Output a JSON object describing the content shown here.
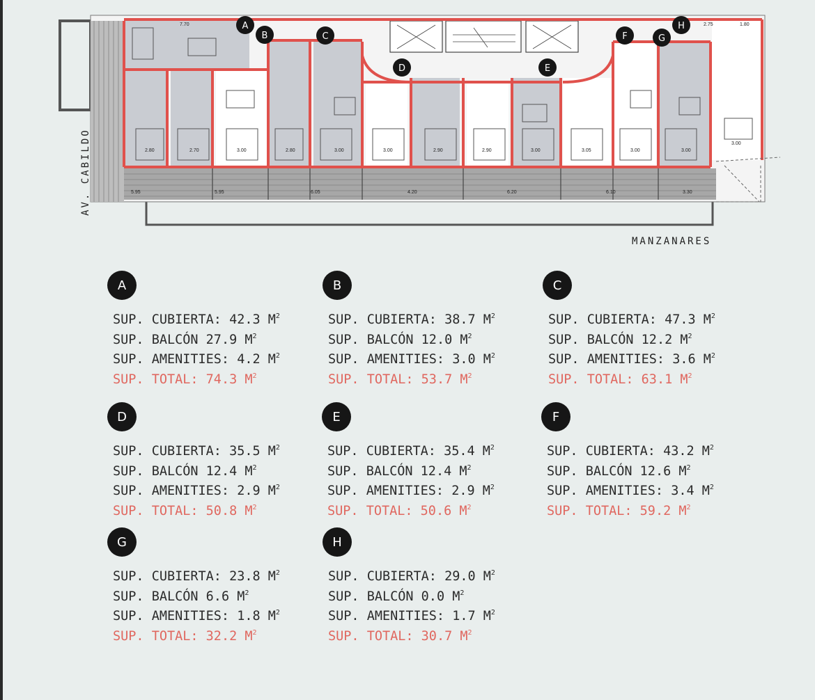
{
  "streets": {
    "west": "AV. CABILDO",
    "south": "MANZANARES"
  },
  "plan_markers": [
    "A",
    "B",
    "C",
    "D",
    "E",
    "F",
    "G",
    "H"
  ],
  "units": [
    {
      "id": "A",
      "rows": [
        {
          "label": "SUP. CUBIERTA:",
          "value": "42.3 M"
        },
        {
          "label": "SUP. BALCÓN",
          "value": "27.9 M"
        },
        {
          "label": "SUP. AMENITIES:",
          "value": "4.2 M"
        },
        {
          "label": "SUP. TOTAL:",
          "value": "74.3 M"
        }
      ]
    },
    {
      "id": "B",
      "rows": [
        {
          "label": "SUP. CUBIERTA:",
          "value": "38.7 M"
        },
        {
          "label": "SUP. BALCÓN",
          "value": "12.0 M"
        },
        {
          "label": "SUP. AMENITIES:",
          "value": "3.0 M"
        },
        {
          "label": "SUP. TOTAL:",
          "value": "53.7 M"
        }
      ]
    },
    {
      "id": "C",
      "rows": [
        {
          "label": "SUP. CUBIERTA:",
          "value": "47.3 M"
        },
        {
          "label": "SUP. BALCÓN",
          "value": "12.2 M"
        },
        {
          "label": "SUP. AMENITIES:",
          "value": "3.6 M"
        },
        {
          "label": "SUP. TOTAL:",
          "value": "63.1 M"
        }
      ]
    },
    {
      "id": "D",
      "rows": [
        {
          "label": "SUP. CUBIERTA:",
          "value": "35.5 M"
        },
        {
          "label": "SUP. BALCÓN",
          "value": "12.4 M"
        },
        {
          "label": "SUP. AMENITIES:",
          "value": "2.9 M"
        },
        {
          "label": "SUP. TOTAL:",
          "value": "50.8 M"
        }
      ]
    },
    {
      "id": "E",
      "rows": [
        {
          "label": "SUP. CUBIERTA:",
          "value": "35.4 M"
        },
        {
          "label": "SUP. BALCÓN",
          "value": "12.4 M"
        },
        {
          "label": "SUP. AMENITIES:",
          "value": "2.9 M"
        },
        {
          "label": "SUP. TOTAL:",
          "value": "50.6 M"
        }
      ]
    },
    {
      "id": "F",
      "rows": [
        {
          "label": "SUP. CUBIERTA:",
          "value": "43.2 M"
        },
        {
          "label": "SUP. BALCÓN",
          "value": "12.6 M"
        },
        {
          "label": "SUP. AMENITIES:",
          "value": "3.4 M"
        },
        {
          "label": "SUP. TOTAL:",
          "value": "59.2 M"
        }
      ]
    },
    {
      "id": "G",
      "rows": [
        {
          "label": "SUP. CUBIERTA:",
          "value": "23.8 M"
        },
        {
          "label": "SUP. BALCÓN",
          "value": "6.6 M"
        },
        {
          "label": "SUP. AMENITIES:",
          "value": "1.8 M"
        },
        {
          "label": "SUP. TOTAL:",
          "value": "32.2 M"
        }
      ]
    },
    {
      "id": "H",
      "rows": [
        {
          "label": "SUP. CUBIERTA:",
          "value": "29.0 M"
        },
        {
          "label": "SUP. BALCÓN",
          "value": "0.0 M"
        },
        {
          "label": "SUP. AMENITIES:",
          "value": "1.7 M"
        },
        {
          "label": "SUP. TOTAL:",
          "value": "30.7 M"
        }
      ]
    }
  ],
  "unit_superscript": "2",
  "colors": {
    "background": "#e9eeed",
    "wall_red": "#e0514c",
    "unit_fill": "#c9ccd2",
    "badge": "#161616",
    "total_text": "#e0675f",
    "balcony": "#8f8f8f"
  }
}
